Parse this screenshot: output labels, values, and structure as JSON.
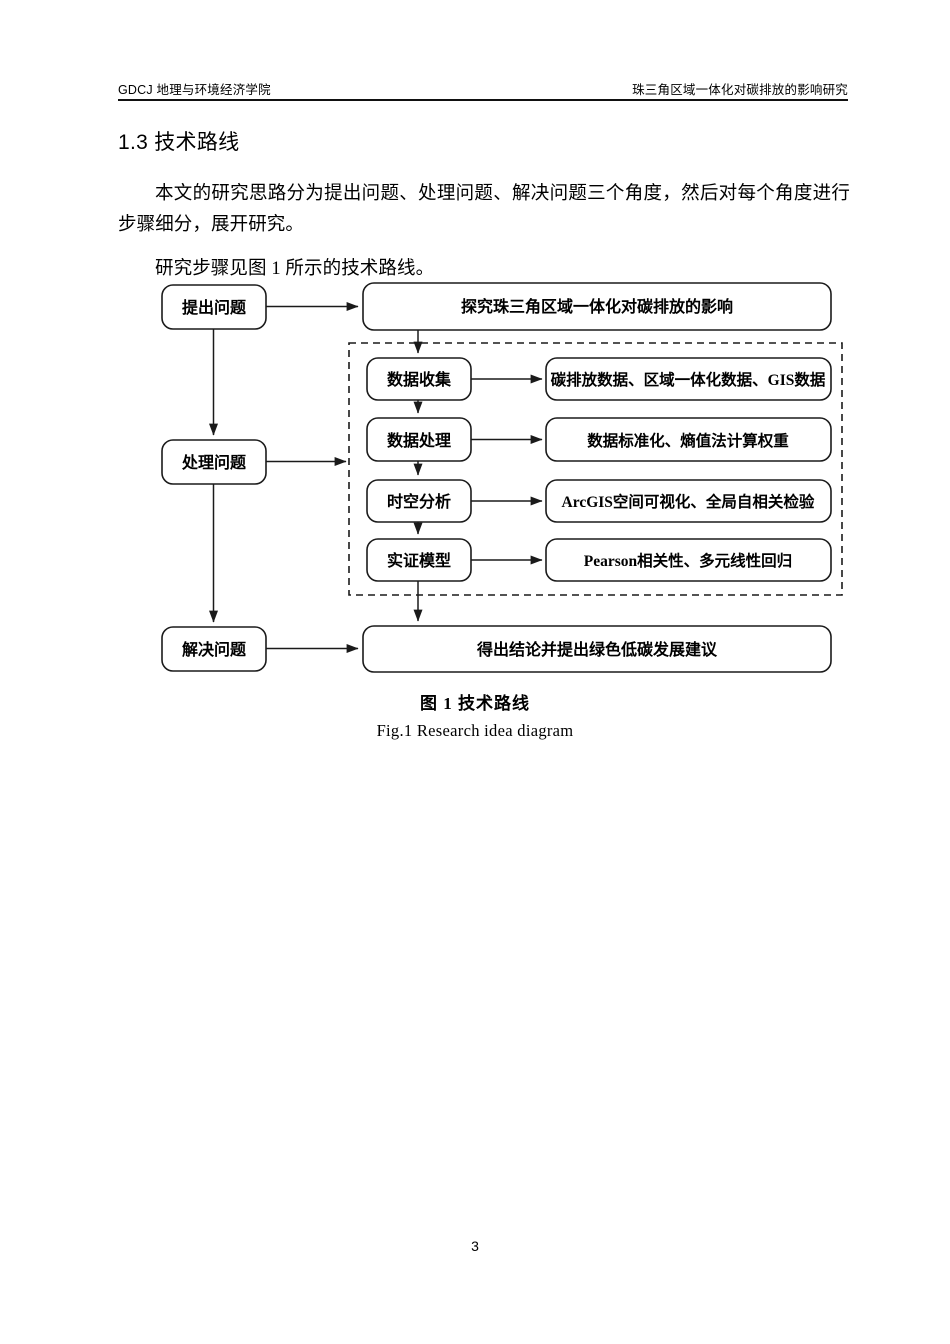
{
  "header": {
    "left": "GDCJ 地理与环境经济学院",
    "right": "珠三角区域一体化对碳排放的影响研究"
  },
  "section": {
    "heading": "1.3 技术路线"
  },
  "paragraphs": {
    "p1": "本文的研究思路分为提出问题、处理问题、解决问题三个角度，然后对每个角度进行步骤细分，展开研究。",
    "p2": "研究步骤见图 1 所示的技术路线。"
  },
  "figure": {
    "caption_cn": "图 1  技术路线",
    "caption_en": "Fig.1 Research  idea  diagram",
    "nodes": {
      "stage_1": "提出问题",
      "stage_2": "处理问题",
      "stage_3": "解决问题",
      "goal": "探究珠三角区域一体化对碳排放的影响",
      "step_1": "数据收集",
      "step_2": "数据处理",
      "step_3": "时空分析",
      "step_4": "实证模型",
      "detail_1": "碳排放数据、区域一体化数据、GIS数据",
      "detail_2": "数据标准化、熵值法计算权重",
      "detail_3": "ArcGIS空间可视化、全局自相关检验",
      "detail_4": "Pearson相关性、多元线性回归",
      "result": "得出结论并提出绿色低碳发展建议"
    }
  },
  "footer": {
    "page_number": "3"
  },
  "colors": {
    "ink": "#000000",
    "paper": "#ffffff",
    "rule": "#111111"
  }
}
